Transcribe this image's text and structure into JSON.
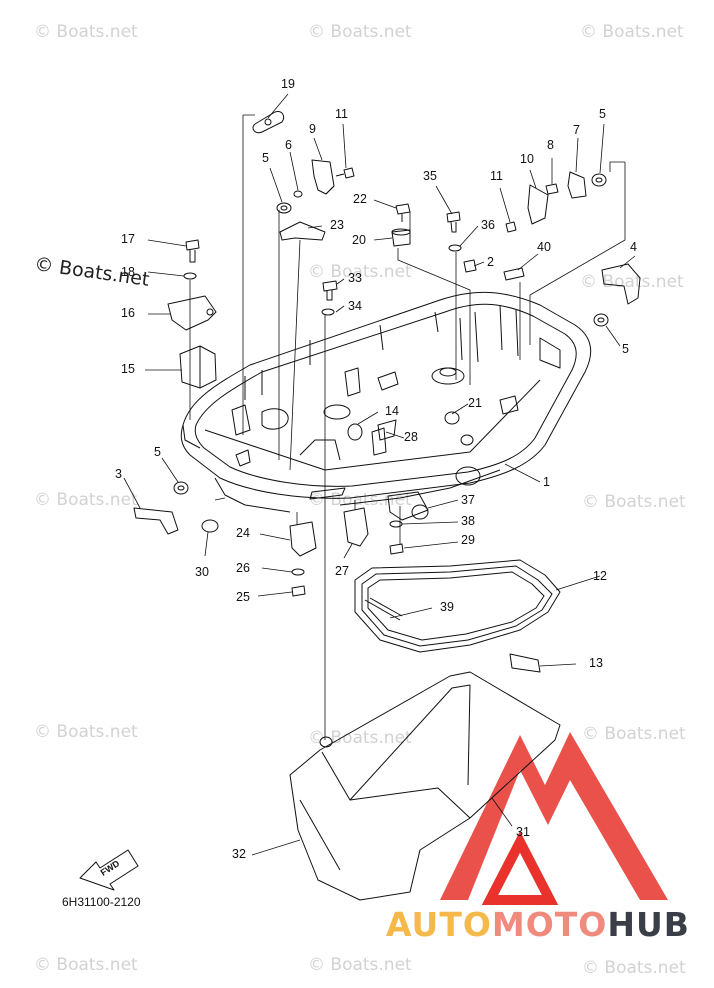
{
  "diagram": {
    "drawing_code": "6H31100-2120",
    "fwd_label": "FWD",
    "copyright_label": "© Boats.net",
    "watermark_text": "© Boats.net",
    "logo": {
      "part1": "AUTO",
      "part2": "MOTO",
      "part3": "HUB",
      "colors": {
        "part1": "#f5b84a",
        "part2": "#f08a7c",
        "part3": "#3a3f47",
        "triangle": "#e8322b"
      }
    },
    "callouts": [
      "19",
      "11",
      "9",
      "6",
      "5",
      "35",
      "10",
      "8",
      "7",
      "5",
      "22",
      "23",
      "36",
      "20",
      "11",
      "17",
      "2",
      "40",
      "4",
      "18",
      "33",
      "16",
      "34",
      "5",
      "15",
      "14",
      "21",
      "28",
      "1",
      "5",
      "3",
      "37",
      "38",
      "24",
      "29",
      "30",
      "26",
      "27",
      "12",
      "25",
      "39",
      "13",
      "31",
      "32"
    ]
  }
}
